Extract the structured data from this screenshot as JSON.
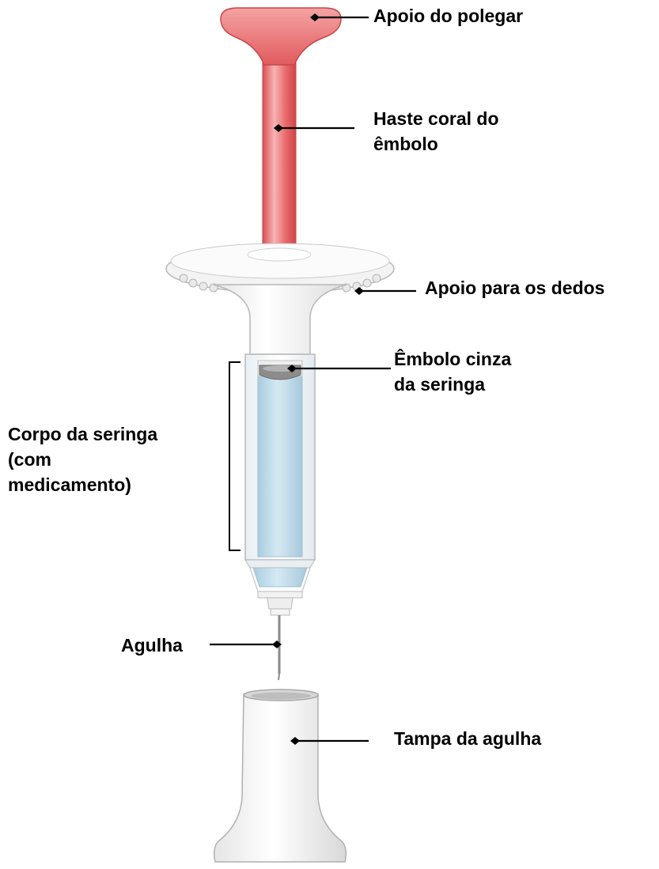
{
  "diagram": {
    "labels": {
      "thumb_rest": [
        "Apoio do polegar"
      ],
      "plunger_rod": [
        "Haste coral do",
        "êmbolo"
      ],
      "finger_flange": [
        "Apoio para os dedos"
      ],
      "stopper": [
        "Êmbolo cinza",
        "da seringa"
      ],
      "barrel": [
        "Corpo da seringa",
        "(com",
        "medicamento)"
      ],
      "needle": [
        "Agulha"
      ],
      "needle_cap": [
        "Tampa da agulha"
      ]
    },
    "colors": {
      "plunger_coral": "#e8686a",
      "plunger_light": "#f4a3a3",
      "body_white": "#f6f6f6",
      "body_outline": "#b8b8b8",
      "medicine_blue": "#bcd8e8",
      "stopper_gray": "#8c8c8c",
      "leader_line": "#000000"
    }
  }
}
